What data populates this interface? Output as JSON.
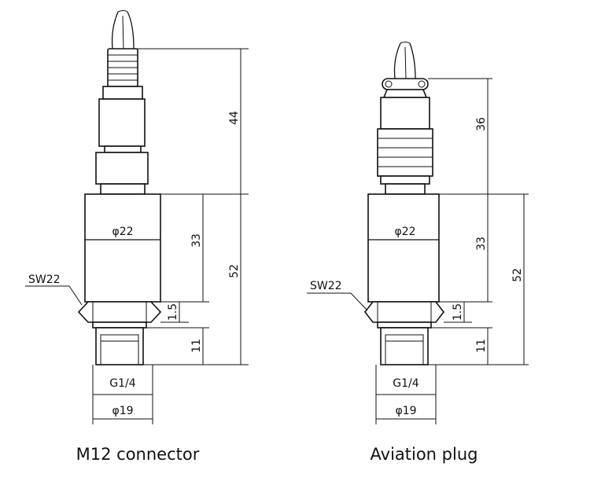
{
  "figures": [
    {
      "caption": "M12 connector",
      "top_height": "44",
      "diameter_label": "φ22",
      "body_height": "33",
      "total_height": "52",
      "flange_height": "1.5",
      "thread_height": "11",
      "thread_label": "G1/4",
      "hex_label": "SW22",
      "outer_diameter": "φ19"
    },
    {
      "caption": "Aviation plug",
      "top_height": "36",
      "diameter_label": "φ22",
      "body_height": "33",
      "total_height": "52",
      "flange_height": "1.5",
      "thread_height": "11",
      "thread_label": "G1/4",
      "hex_label": "SW22",
      "outer_diameter": "φ19"
    }
  ]
}
